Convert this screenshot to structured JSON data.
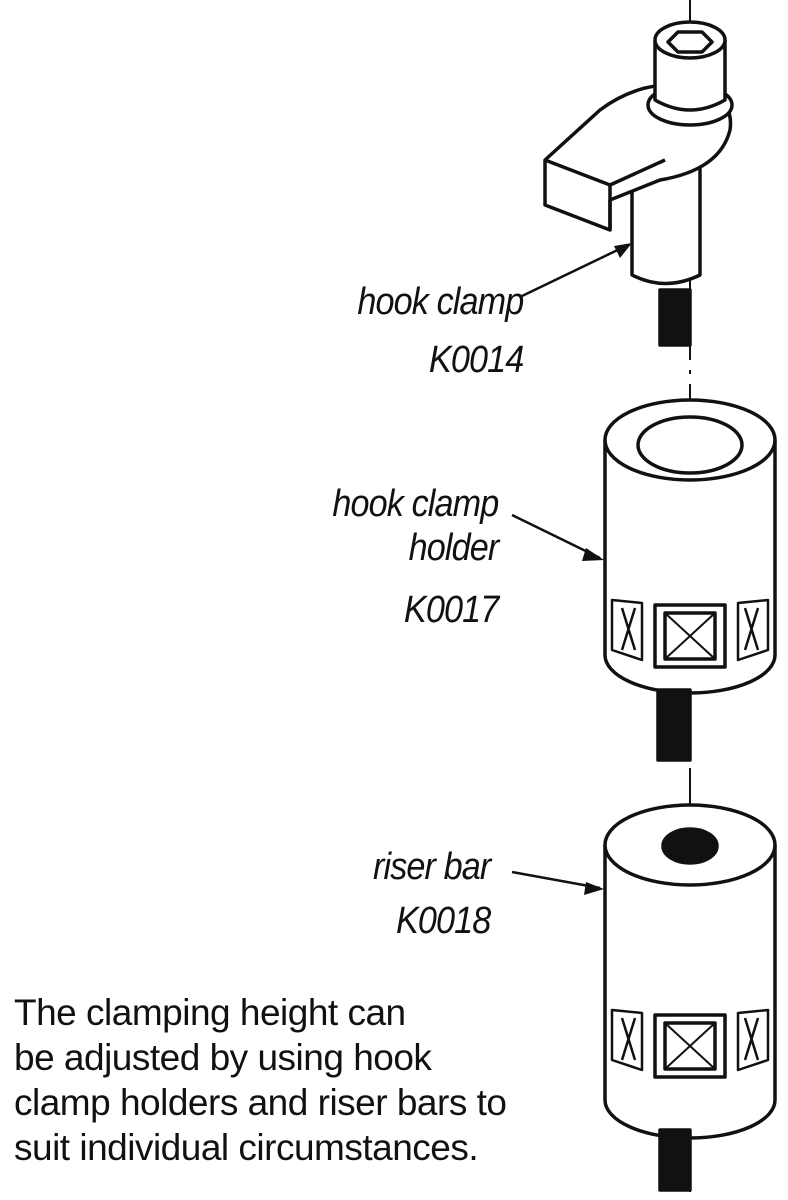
{
  "labels": {
    "hook_clamp": {
      "name": "hook clamp",
      "code": "K0014"
    },
    "hook_clamp_holder": {
      "name_line1": "hook clamp",
      "name_line2": "holder",
      "code": "K0017"
    },
    "riser_bar": {
      "name": "riser bar",
      "code": "K0018"
    }
  },
  "description": [
    "The clamping height can",
    "be adjusted by using hook",
    "clamp holders and riser bars to",
    "suit individual circumstances."
  ]
}
